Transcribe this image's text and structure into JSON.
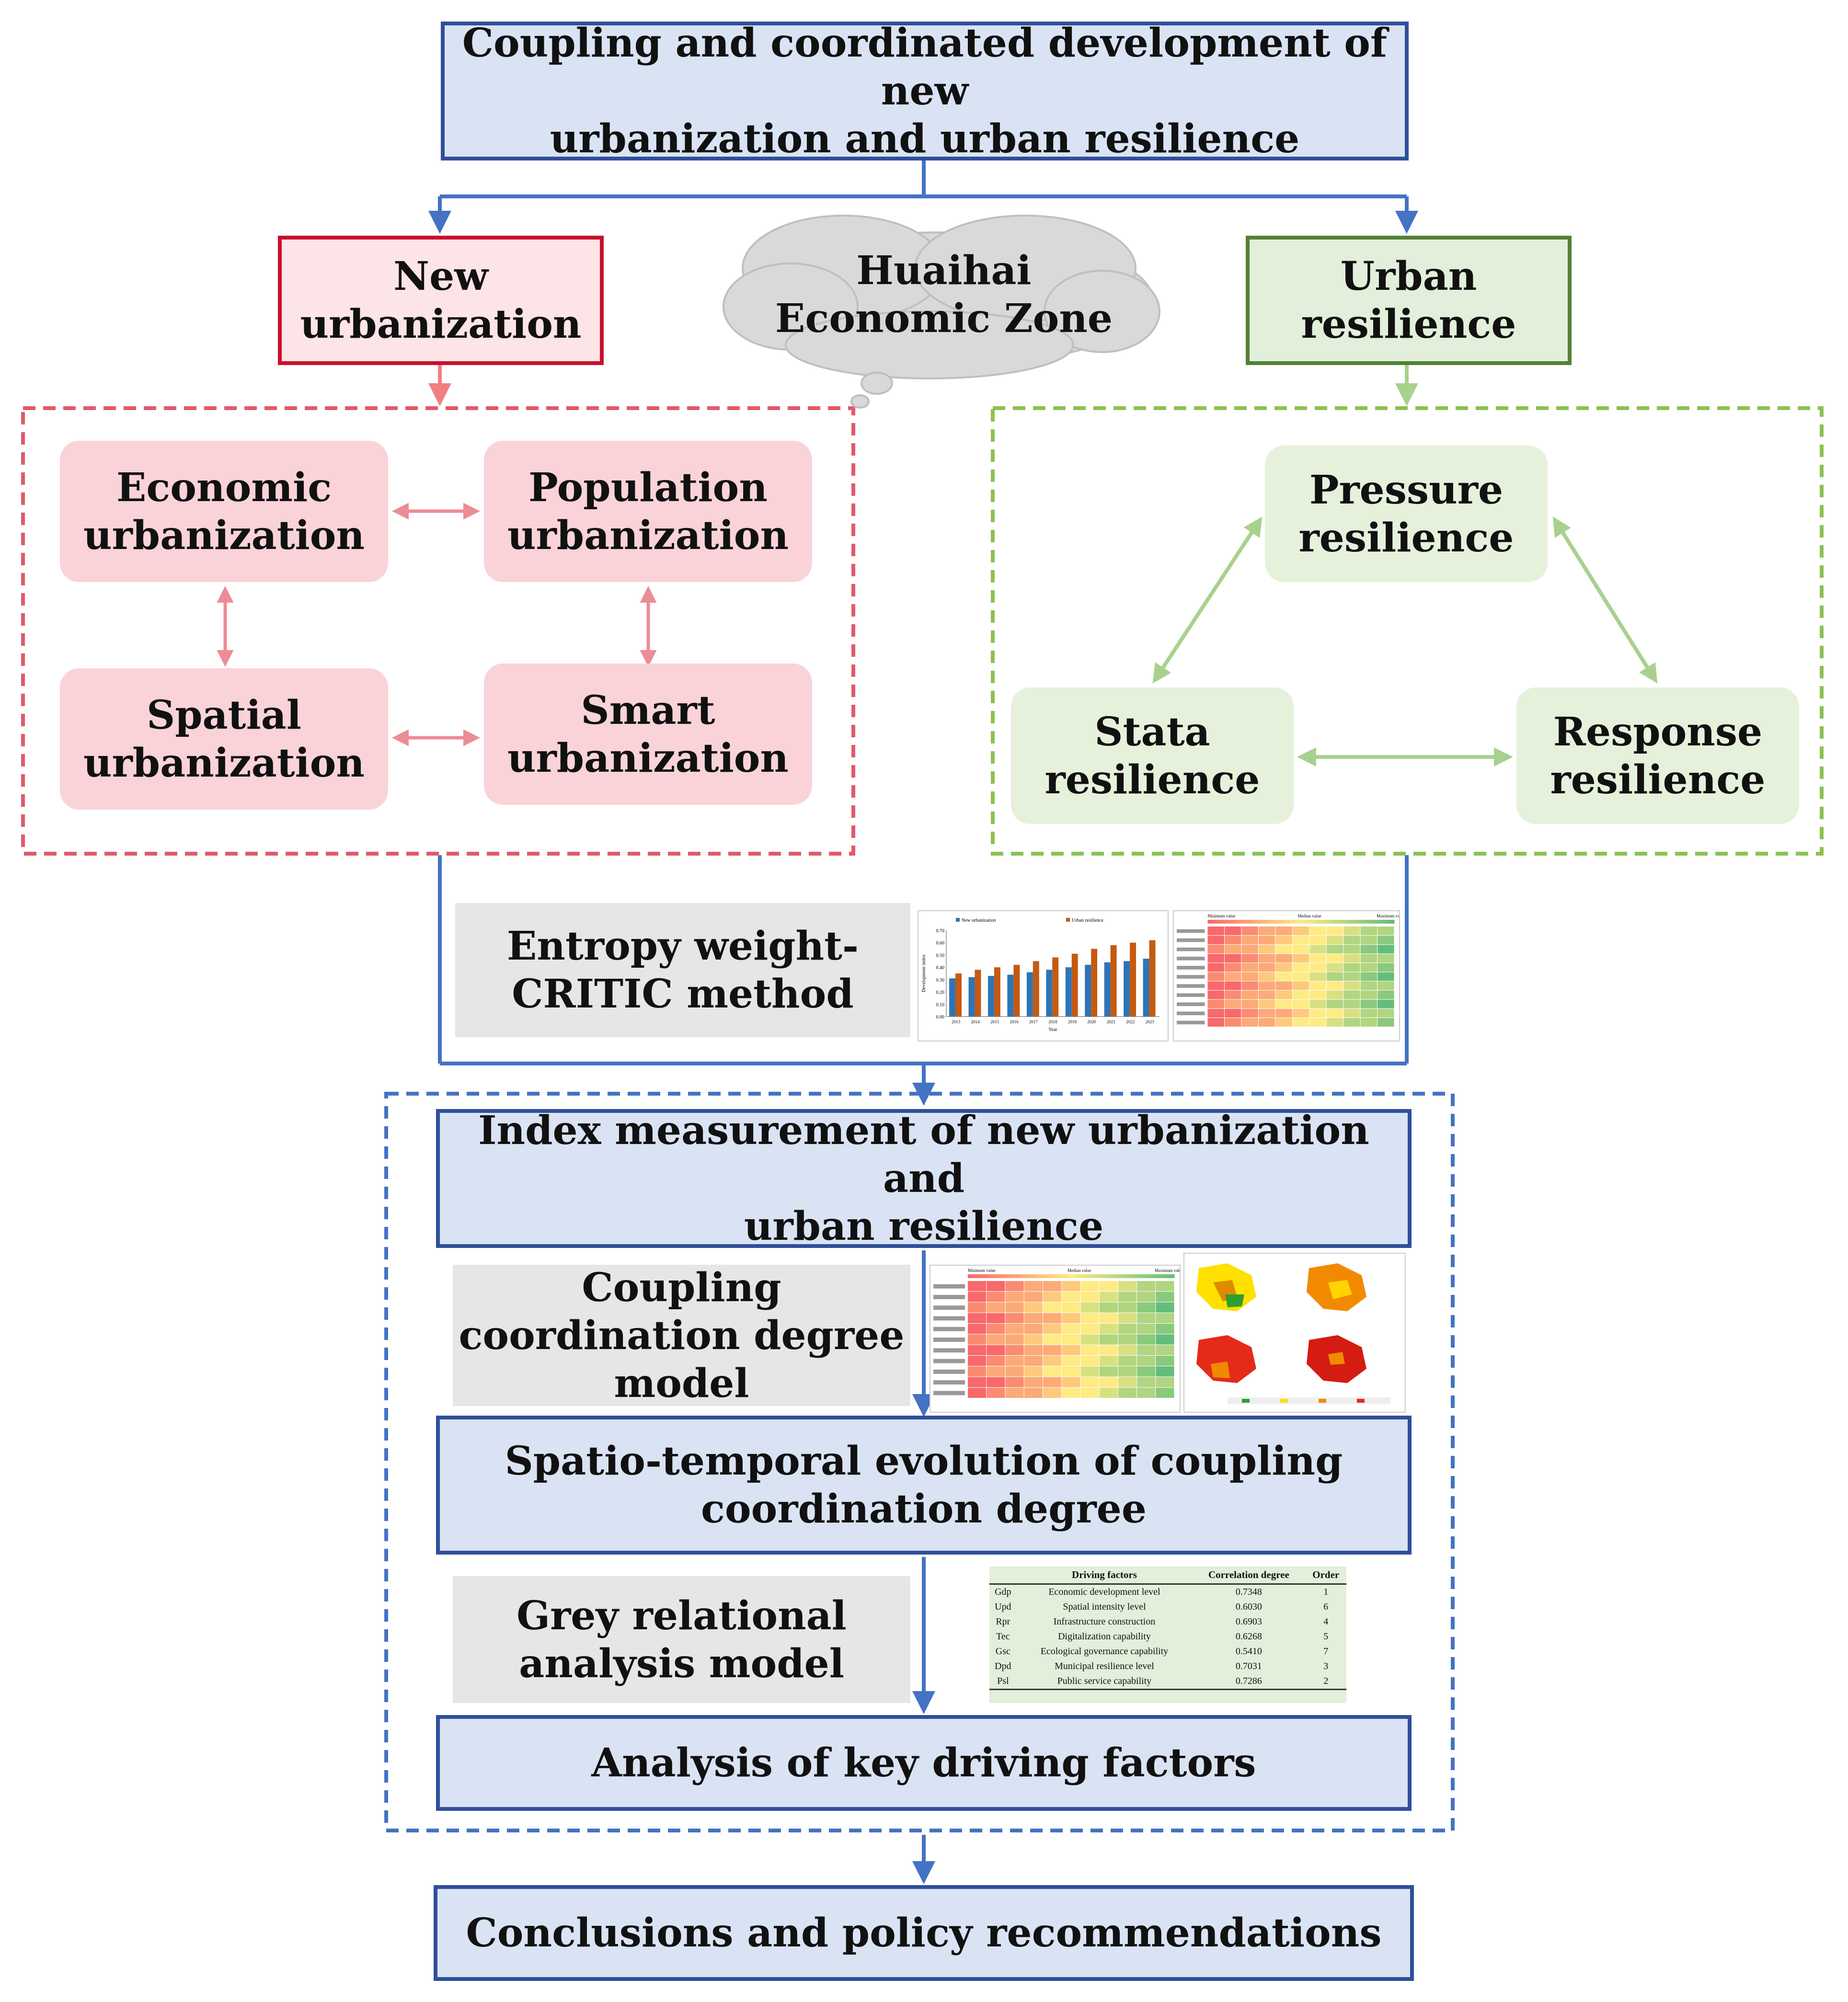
{
  "title": {
    "line1": "Coupling and coordinated development of new",
    "line2": "urbanization and urban resilience"
  },
  "new_urbanization": {
    "line1": "New",
    "line2": "urbanization"
  },
  "region_cloud": {
    "line1": "Huaihai",
    "line2": "Economic Zone"
  },
  "urban_resilience": {
    "line1": "Urban",
    "line2": "resilience"
  },
  "urbanization_dims": [
    {
      "line1": "Economic",
      "line2": "urbanization"
    },
    {
      "line1": "Population",
      "line2": "urbanization"
    },
    {
      "line1": "Spatial",
      "line2": "urbanization"
    },
    {
      "line1": "Smart",
      "line2": "urbanization"
    }
  ],
  "resilience_dims": [
    {
      "line1": "Pressure",
      "line2": "resilience"
    },
    {
      "line1": "Stata",
      "line2": "resilience"
    },
    {
      "line1": "Response",
      "line2": "resilience"
    }
  ],
  "methods": {
    "entropy": {
      "line1": "Entropy weight-",
      "line2": "CRITIC method"
    },
    "coupling": {
      "line1": "Coupling",
      "line2": "coordination degree",
      "line3": "model"
    },
    "grey": {
      "line1": "Grey relational",
      "line2": "analysis model"
    }
  },
  "steps": {
    "index": {
      "line1": "Index measurement of new urbanization and",
      "line2": "urban resilience"
    },
    "spatio": {
      "line1": "Spatio-temporal evolution of coupling",
      "line2": "coordination degree"
    },
    "drivers": "Analysis of key driving factors",
    "conclusions": "Conclusions and policy recommendations"
  },
  "bar_thumb": {
    "legend": [
      "New urbanization",
      "Urban resilience"
    ],
    "ylabel": "Development index",
    "xlabel": "Year",
    "yticks": [
      "0.70",
      "0.60",
      "0.50",
      "0.40",
      "0.30",
      "0.20",
      "0.10",
      "0.00"
    ],
    "years": [
      "2013",
      "2014",
      "2015",
      "2016",
      "2017",
      "2018",
      "2019",
      "2020",
      "2021",
      "2022",
      "2023"
    ],
    "colors": {
      "new": "#2e75b6",
      "resilience": "#c55a11"
    }
  },
  "chart_data": {
    "type": "bar",
    "categories": [
      "2013",
      "2014",
      "2015",
      "2016",
      "2017",
      "2018",
      "2019",
      "2020",
      "2021",
      "2022",
      "2023"
    ],
    "series": [
      {
        "name": "New urbanization",
        "values": [
          0.31,
          0.32,
          0.33,
          0.34,
          0.36,
          0.38,
          0.4,
          0.42,
          0.44,
          0.45,
          0.47
        ]
      },
      {
        "name": "Urban resilience",
        "values": [
          0.35,
          0.38,
          0.4,
          0.42,
          0.45,
          0.48,
          0.51,
          0.55,
          0.58,
          0.6,
          0.62
        ]
      }
    ],
    "xlabel": "Year",
    "ylabel": "Development index",
    "ylim": [
      0,
      0.7
    ]
  },
  "heat_thumb_1": {
    "scale_labels": [
      "Minimum value",
      "Median value",
      "Maximum value"
    ]
  },
  "heat_thumb_2": {
    "scale_labels": [
      "Minimum value",
      "Median value",
      "Maximum value"
    ]
  },
  "driving_table": {
    "headers": [
      "",
      "Driving factors",
      "Correlation degree",
      "Order"
    ],
    "rows": [
      [
        "Gdp",
        "Economic development level",
        "0.7348",
        "1"
      ],
      [
        "Upd",
        "Spatial intensity level",
        "0.6030",
        "6"
      ],
      [
        "Rpr",
        "Infrastructure construction",
        "0.6903",
        "4"
      ],
      [
        "Tec",
        "Digitalization capability",
        "0.6268",
        "5"
      ],
      [
        "Gsc",
        "Ecological governance capability",
        "0.5410",
        "7"
      ],
      [
        "Dpd",
        "Municipal resilience level",
        "0.7031",
        "3"
      ],
      [
        "Psl",
        "Public service capability",
        "0.7286",
        "2"
      ]
    ]
  }
}
